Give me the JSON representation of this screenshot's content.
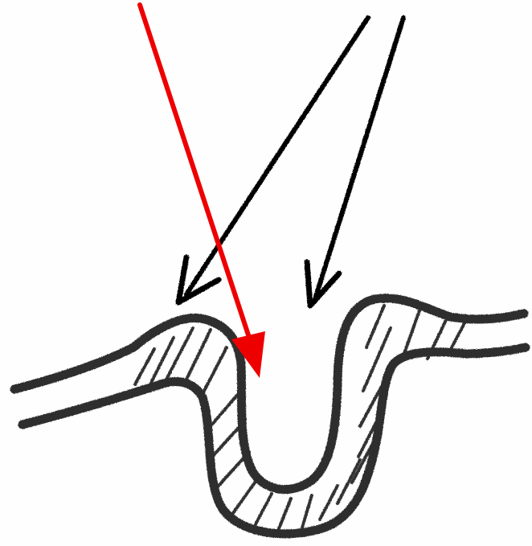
{
  "colors": {
    "background": "#fefefe",
    "outline": "#2e2e2e",
    "hatch": "#333333",
    "arrow_black": "#000000",
    "arrow_red": "#ee0000"
  },
  "diagram": {
    "description_free": true,
    "arrows": [
      {
        "name": "red-arrow",
        "color_key": "arrow_red"
      },
      {
        "name": "black-arrow-left",
        "color_key": "arrow_black"
      },
      {
        "name": "black-arrow-right",
        "color_key": "arrow_black"
      }
    ]
  }
}
